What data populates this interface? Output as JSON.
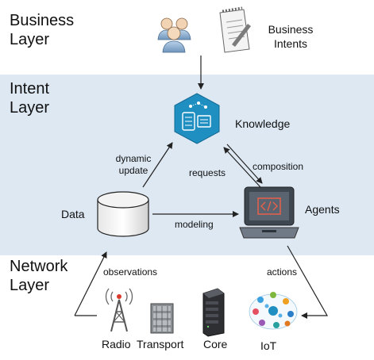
{
  "layers": {
    "business": "Business\nLayer",
    "intent": "Intent\nLayer",
    "network": "Network\nLayer"
  },
  "nodes": {
    "business_intents": "Business\nIntents",
    "knowledge": "Knowledge",
    "data": "Data",
    "agents": "Agents",
    "radio": "Radio",
    "transport": "Transport",
    "core": "Core",
    "iot": "IoT"
  },
  "edges": {
    "dynamic_update": "dynamic\nupdate",
    "requests": "requests",
    "composition": "composition",
    "modeling": "modeling",
    "observations": "observations",
    "actions": "actions"
  },
  "colors": {
    "band": "#dde8f3",
    "knowledge_hex": "#1f8ec0",
    "agent_screen": "#5a6470",
    "agent_code": "#e8604a"
  },
  "icons": [
    "users-icon",
    "document-icon",
    "knowledge-icon",
    "database-icon",
    "laptop-code-icon",
    "antenna-tower-icon",
    "transport-rack-icon",
    "server-icon",
    "iot-cloud-icon"
  ]
}
